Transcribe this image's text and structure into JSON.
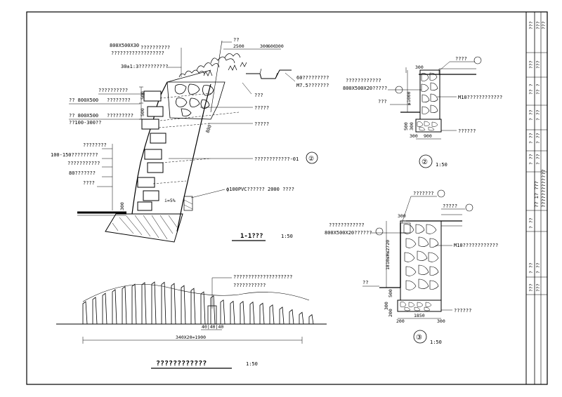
{
  "section_1_1": {
    "callouts": {
      "top_spec": "800X500X30",
      "top_spec_2": "??????????",
      "top_spec_3": "??????????????????",
      "slope": "30±1:3??????????",
      "left_a": "??????????",
      "left_a2": "?? 800X500",
      "left_a3": "????????",
      "left_b": "?? 800X500",
      "left_b2": "?????????",
      "left_b3": "??100-300??",
      "left_c1": "????????",
      "left_c2": "100-150?????????",
      "left_c3": "???????????",
      "left_c4": "80???????",
      "left_c5": "????",
      "right_a": "60?????????",
      "right_a2": "M7.5???????",
      "right_b": "???",
      "right_c": "?????",
      "right_d": "?????",
      "right_e": "????????????-01",
      "right_f": "ϕ100PVC??????  2000     ????",
      "pin": "??",
      "slope_pct": "i=5%"
    },
    "dims": {
      "d1": "2500",
      "d2": "300",
      "d3": "600",
      "d4": "300",
      "d5": "800",
      "d6": "500",
      "d7": "300",
      "d8": "300",
      "d9": "500"
    },
    "title": "1-1???",
    "scale": "1:50",
    "marker": "②"
  },
  "detail_2": {
    "callouts": {
      "a": "????",
      "b": "????????????",
      "c": "800X500X20?????",
      "d": "M10????????????",
      "e": "???",
      "f": "??????"
    },
    "dims": {
      "h": "≤1000",
      "w1": "900",
      "w2": "300",
      "w3": "300",
      "w4": "500"
    },
    "marker_num": "②",
    "scale": "1:50"
  },
  "detail_3": {
    "callouts": {
      "a": "???????",
      "b": "?????",
      "c": "????????????",
      "d": "800X500X20??????",
      "e": "M10????????????",
      "f": "??",
      "g": "??????"
    },
    "dims": {
      "h": "1810≤H≤2720",
      "w1": "1850",
      "w2": "300",
      "w3": "300",
      "w4": "500",
      "w5": "300",
      "w6": "200"
    },
    "marker_num": "③",
    "scale": "1:50"
  },
  "fence": {
    "callout_1": "????????????????????",
    "callout_2": "???????????",
    "dim_small": "40|40|40",
    "dim_total": "340X20=1900",
    "title": "????????????",
    "scale": "1:50"
  },
  "title_block": {
    "project": "?? 1?  ???",
    "drawing_name": "?????????????",
    "rows": [
      "???",
      "???",
      "?? ?",
      "? ??",
      "? ??",
      "? ??",
      "? ??",
      "???"
    ],
    "sheet_no": "? ??"
  }
}
